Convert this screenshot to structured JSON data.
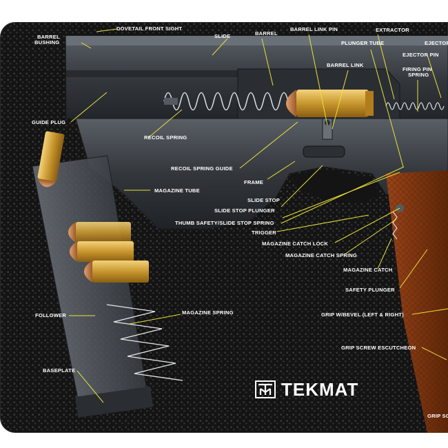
{
  "brand": {
    "name": "TEKMAT"
  },
  "labels": {
    "dovetail_front_sight": "DOVETAIL FRONT SIGHT",
    "barrel_bushing_1": "BARREL",
    "barrel_bushing_2": "BUSHING",
    "slide": "SLIDE",
    "barrel": "BARREL",
    "barrel_link_pin": "BARREL LINK PIN",
    "extractor": "EXTRACTOR",
    "ejector": "EJECTOR",
    "plunger_tube": "PLUNGER TUBE",
    "ejector_pin": "EJECTOR PIN",
    "barrel_link": "BARREL LINK",
    "firing_pin_spring_1": "FIRING PIN",
    "firing_pin_spring_2": "SPRING",
    "guide_plug": "GUIDE PLUG",
    "recoil_spring": "RECOIL SPRING",
    "recoil_spring_guide": "RECOIL SPRING GUIDE",
    "magazine_tube": "MAGAZINE TUBE",
    "frame": "FRAME",
    "slide_stop": "SLIDE STOP",
    "slide_stop_plunger": "SLIDE STOP PLUNGER",
    "thumb_safety": "THUMB SAFETY/SLIDE STOP SPRING",
    "trigger": "TRIGGER",
    "magazine_catch_lock": "MAGAZINE CATCH LOCK",
    "magazine_catch_spring": "MAGAZINE CATCH SPRING",
    "magazine_catch": "MAGAZINE CATCH",
    "safety_plunger": "SAFETY PLUNGER",
    "follower": "FOLLOWER",
    "magazine_spring": "MAGAZINE SPRING",
    "grip_bevel": "GRIP W/BEVEL (LEFT & RIGHT)",
    "grip_screw_escutcheon": "GRIP SCREW ESCUTCHEON",
    "baseplate": "BASEPLATE",
    "grip_screw": "GRIP SC"
  },
  "colors": {
    "mat": "#141414",
    "leader": "#e8e23a",
    "steel": "#3c4046",
    "brass": "#c8962e",
    "grip": "#7a3414"
  }
}
